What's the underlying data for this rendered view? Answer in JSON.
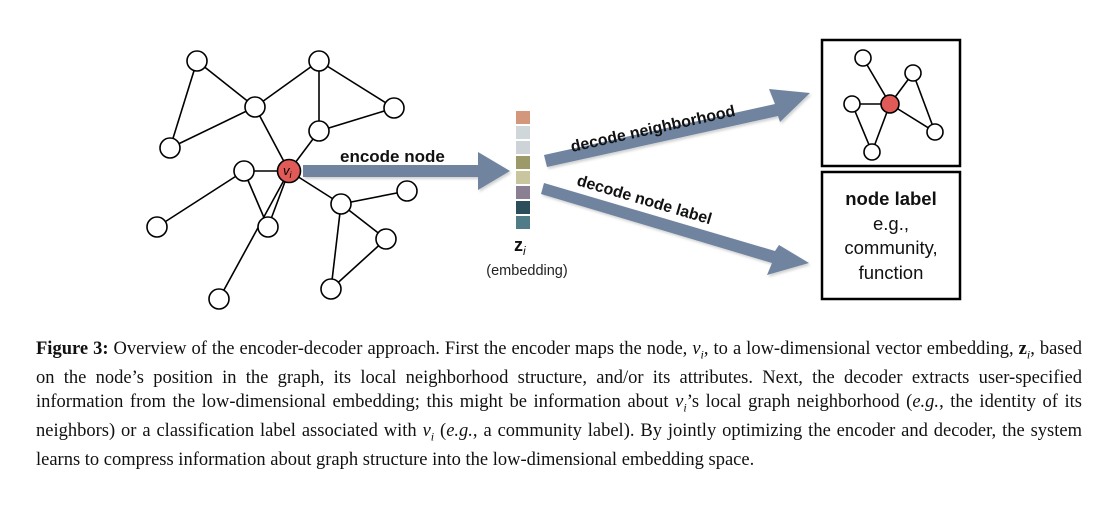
{
  "figure": {
    "encode_label": "encode node",
    "decode_neighborhood_label": "decode neighborhood",
    "decode_label_label": "decode node label",
    "node_symbol": "v",
    "node_subscript": "i",
    "embedding_symbol": "z",
    "embedding_subscript": "i",
    "embedding_caption": "(embedding)",
    "label_box": {
      "title": "node label",
      "lines": [
        "e.g.,",
        "community,",
        "function"
      ]
    },
    "colors": {
      "highlight_node": "#e05a57",
      "arrow": "#6f84a0",
      "embedding_cells": [
        "#d3977b",
        "#cfd7da",
        "#cdd3d6",
        "#9c9a68",
        "#c8c59f",
        "#8b7f93",
        "#2b4e5a",
        "#4f7c86"
      ]
    }
  },
  "caption": {
    "lead": "Figure 3:",
    "parts": [
      {
        "t": " Overview of the encoder-decoder approach. First the encoder maps the node, ",
        "s": "normal"
      },
      {
        "t": "v",
        "s": "math"
      },
      {
        "t": "i",
        "s": "sub"
      },
      {
        "t": ", to a low-dimensional vector embedding, ",
        "s": "normal"
      },
      {
        "t": "z",
        "s": "bmath"
      },
      {
        "t": "i",
        "s": "sub"
      },
      {
        "t": ", based on the node’s position in the graph, its local neighborhood structure, and/or its attributes. Next, the decoder extracts user-specified information from the low-dimensional embedding; this might be information about ",
        "s": "normal"
      },
      {
        "t": "v",
        "s": "math"
      },
      {
        "t": "i",
        "s": "sub"
      },
      {
        "t": "’s local graph neighborhood (",
        "s": "normal"
      },
      {
        "t": "e.g.",
        "s": "math"
      },
      {
        "t": ", the identity of its neighbors) or a classification label associated with ",
        "s": "normal"
      },
      {
        "t": "v",
        "s": "math"
      },
      {
        "t": "i",
        "s": "sub"
      },
      {
        "t": " (",
        "s": "normal"
      },
      {
        "t": "e.g.",
        "s": "math"
      },
      {
        "t": ", a community label). By jointly optimizing the encoder and decoder, the system learns to compress information about graph structure into the low-dimensional embedding space.",
        "s": "normal"
      }
    ]
  }
}
